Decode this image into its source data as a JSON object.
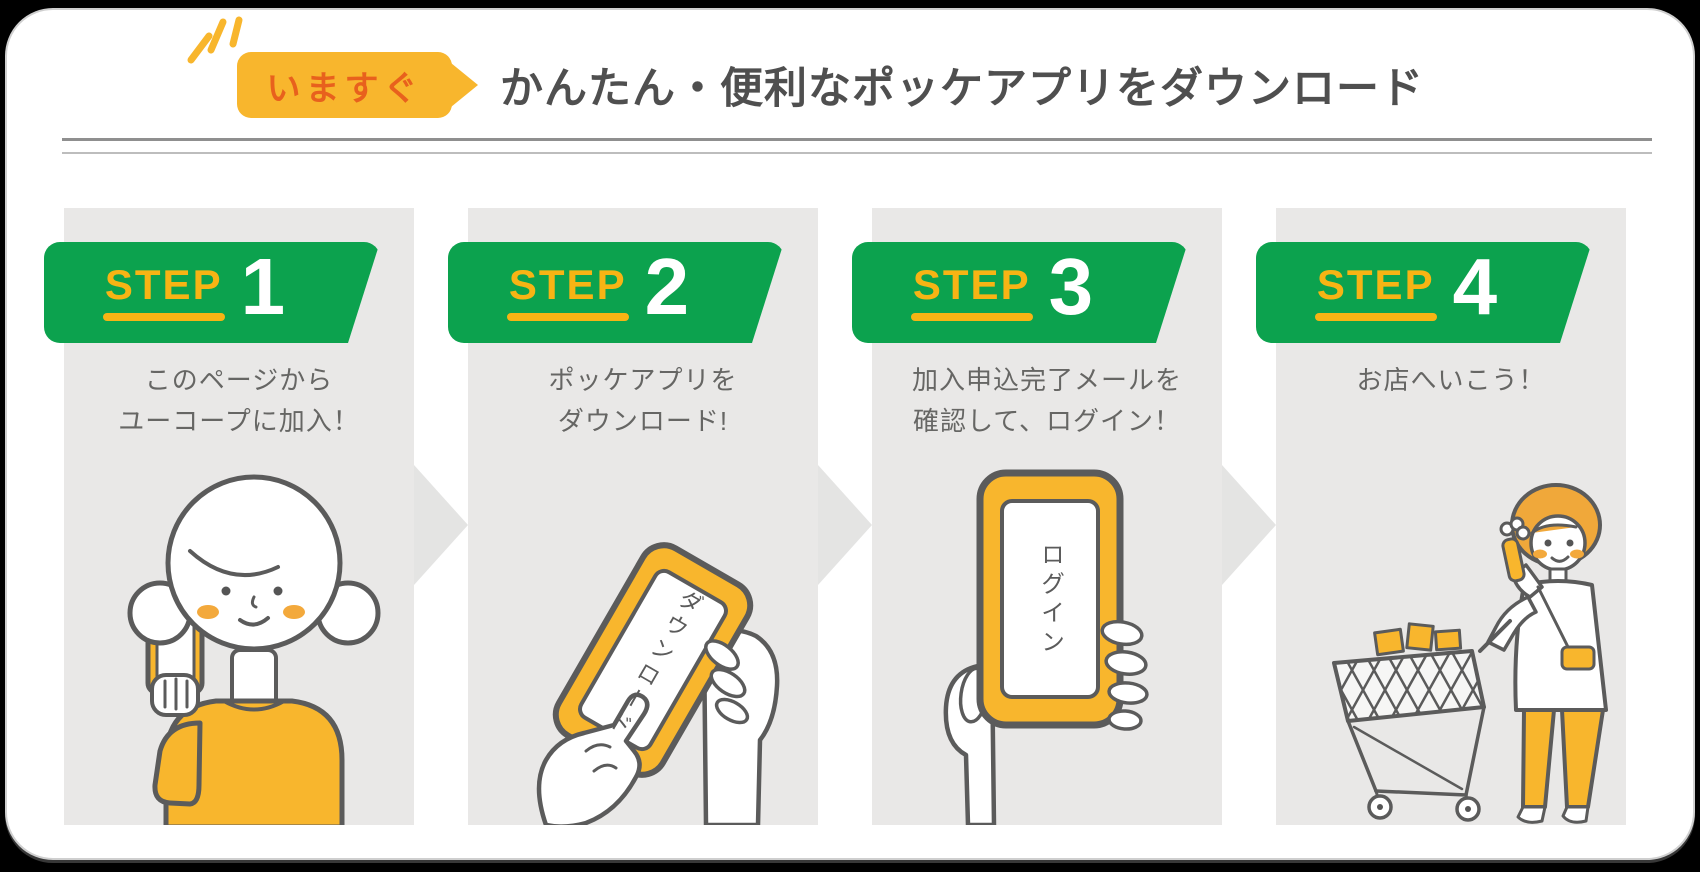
{
  "header": {
    "badge": "いますぐ",
    "title": "かんたん・便利なポッケアプリをダウンロード"
  },
  "steps": [
    {
      "label": "STEP",
      "number": "1",
      "desc": [
        "このページから",
        "ユーコープに加入！"
      ],
      "illustration": "woman-holding-phone"
    },
    {
      "label": "STEP",
      "number": "2",
      "desc": [
        "ポッケアプリを",
        "ダウンロード!"
      ],
      "phone_screen_text": "ダウンロード",
      "illustration": "finger-tapping-phone"
    },
    {
      "label": "STEP",
      "number": "3",
      "desc": [
        "加入申込完了メールを",
        "確認して、ログイン！"
      ],
      "phone_screen_text": "ログイン",
      "illustration": "hand-holding-phone"
    },
    {
      "label": "STEP",
      "number": "4",
      "desc": [
        "お店へいこう！"
      ],
      "illustration": "woman-with-shopping-cart"
    }
  ],
  "colors": {
    "green": "#0ca24e",
    "yellow": "#f8b62d",
    "badge_text_orange": "#e8611d",
    "panel_gray": "#e9e8e7",
    "title_text": "#4f4f4f",
    "body_text": "#666664",
    "arrow_gray": "#e4e4e3",
    "outline": "#5b5b5b"
  }
}
